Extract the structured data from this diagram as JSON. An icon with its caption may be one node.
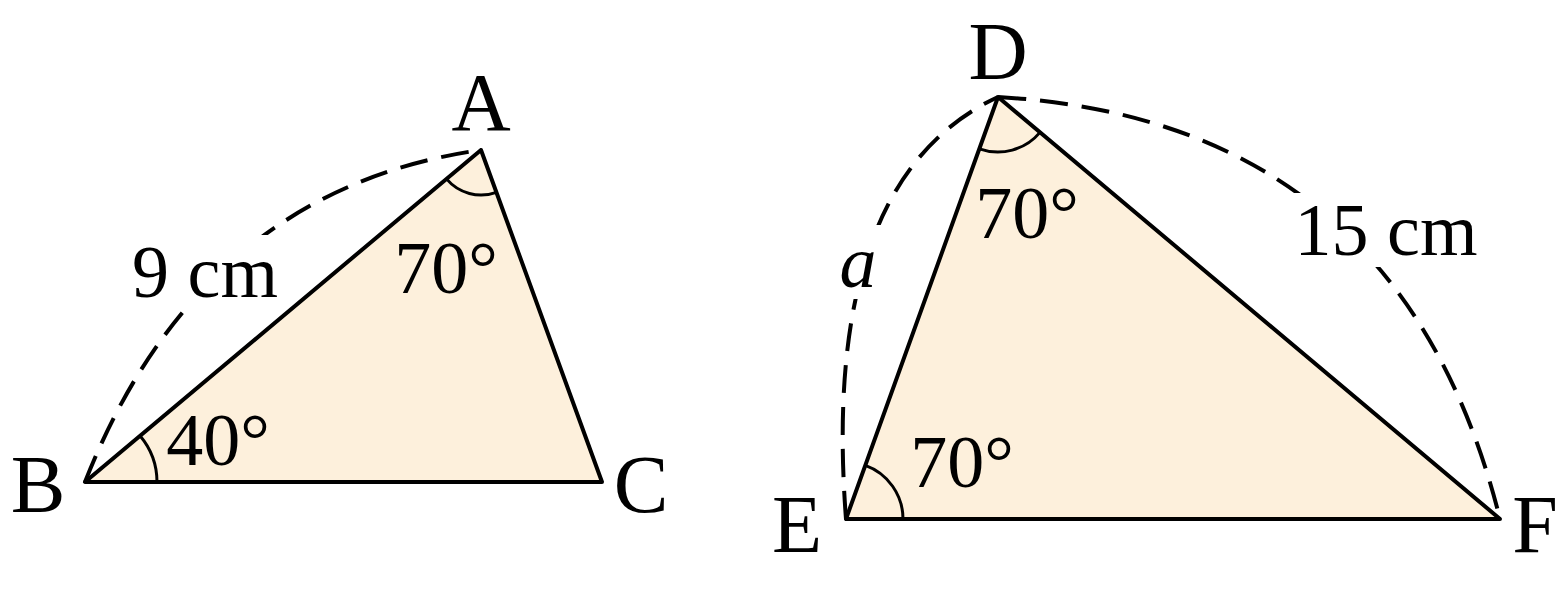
{
  "diagram": {
    "labels": [
      "A",
      "70°",
      "9 cm",
      "40°",
      "B",
      "C",
      "D",
      "70°",
      "a",
      "15 cm",
      "70°",
      "E",
      "F"
    ]
  }
}
